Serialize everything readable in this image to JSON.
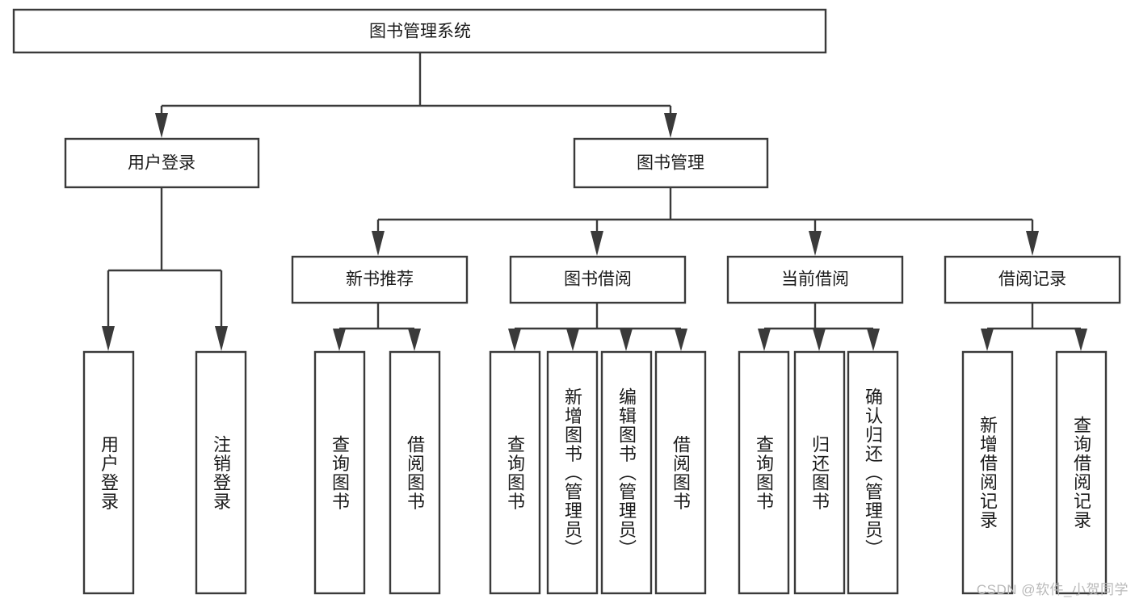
{
  "diagram": {
    "type": "tree-hierarchy",
    "title": "图书管理系统",
    "orientation": "top-down",
    "watermark": "CSDN @软件_小贺同学",
    "colors": {
      "background": "#ffffff",
      "box_stroke": "#3a3a3a",
      "box_fill": "#ffffff",
      "text": "#1b1b1b",
      "watermark": "#b9b9b9"
    },
    "levels": [
      {
        "level": 1,
        "nodes": [
          {
            "id": "root",
            "label": "图书管理系统",
            "orientation": "horizontal"
          }
        ]
      },
      {
        "level": 2,
        "nodes": [
          {
            "id": "login",
            "label": "用户登录",
            "orientation": "horizontal",
            "parent": "root"
          },
          {
            "id": "bookmgmt",
            "label": "图书管理",
            "orientation": "horizontal",
            "parent": "root"
          }
        ]
      },
      {
        "level": 3,
        "nodes": [
          {
            "id": "newbook",
            "label": "新书推荐",
            "orientation": "horizontal",
            "parent": "bookmgmt"
          },
          {
            "id": "borrow",
            "label": "图书借阅",
            "orientation": "horizontal",
            "parent": "bookmgmt"
          },
          {
            "id": "current",
            "label": "当前借阅",
            "orientation": "horizontal",
            "parent": "bookmgmt"
          },
          {
            "id": "records",
            "label": "借阅记录",
            "orientation": "horizontal",
            "parent": "bookmgmt"
          }
        ]
      },
      {
        "level": 4,
        "nodes": [
          {
            "id": "leaf-1",
            "label": "用户登录",
            "orientation": "vertical",
            "parent": "login"
          },
          {
            "id": "leaf-2",
            "label": "注销登录",
            "orientation": "vertical",
            "parent": "login"
          },
          {
            "id": "leaf-3",
            "label": "查询图书",
            "orientation": "vertical",
            "parent": "newbook"
          },
          {
            "id": "leaf-4",
            "label": "借阅图书",
            "orientation": "vertical",
            "parent": "newbook"
          },
          {
            "id": "leaf-5",
            "label": "查询图书",
            "orientation": "vertical",
            "parent": "borrow"
          },
          {
            "id": "leaf-6",
            "label": "新增图书（管理员）",
            "orientation": "vertical",
            "parent": "borrow"
          },
          {
            "id": "leaf-7",
            "label": "编辑图书（管理员）",
            "orientation": "vertical",
            "parent": "borrow"
          },
          {
            "id": "leaf-8",
            "label": "借阅图书",
            "orientation": "vertical",
            "parent": "borrow"
          },
          {
            "id": "leaf-9",
            "label": "查询图书",
            "orientation": "vertical",
            "parent": "current"
          },
          {
            "id": "leaf-10",
            "label": "归还图书",
            "orientation": "vertical",
            "parent": "current"
          },
          {
            "id": "leaf-11",
            "label": "确认归还（管理员）",
            "orientation": "vertical",
            "parent": "current"
          },
          {
            "id": "leaf-12",
            "label": "新增借阅记录",
            "orientation": "vertical",
            "parent": "records"
          },
          {
            "id": "leaf-13",
            "label": "查询借阅记录",
            "orientation": "vertical",
            "parent": "records"
          }
        ]
      }
    ]
  }
}
